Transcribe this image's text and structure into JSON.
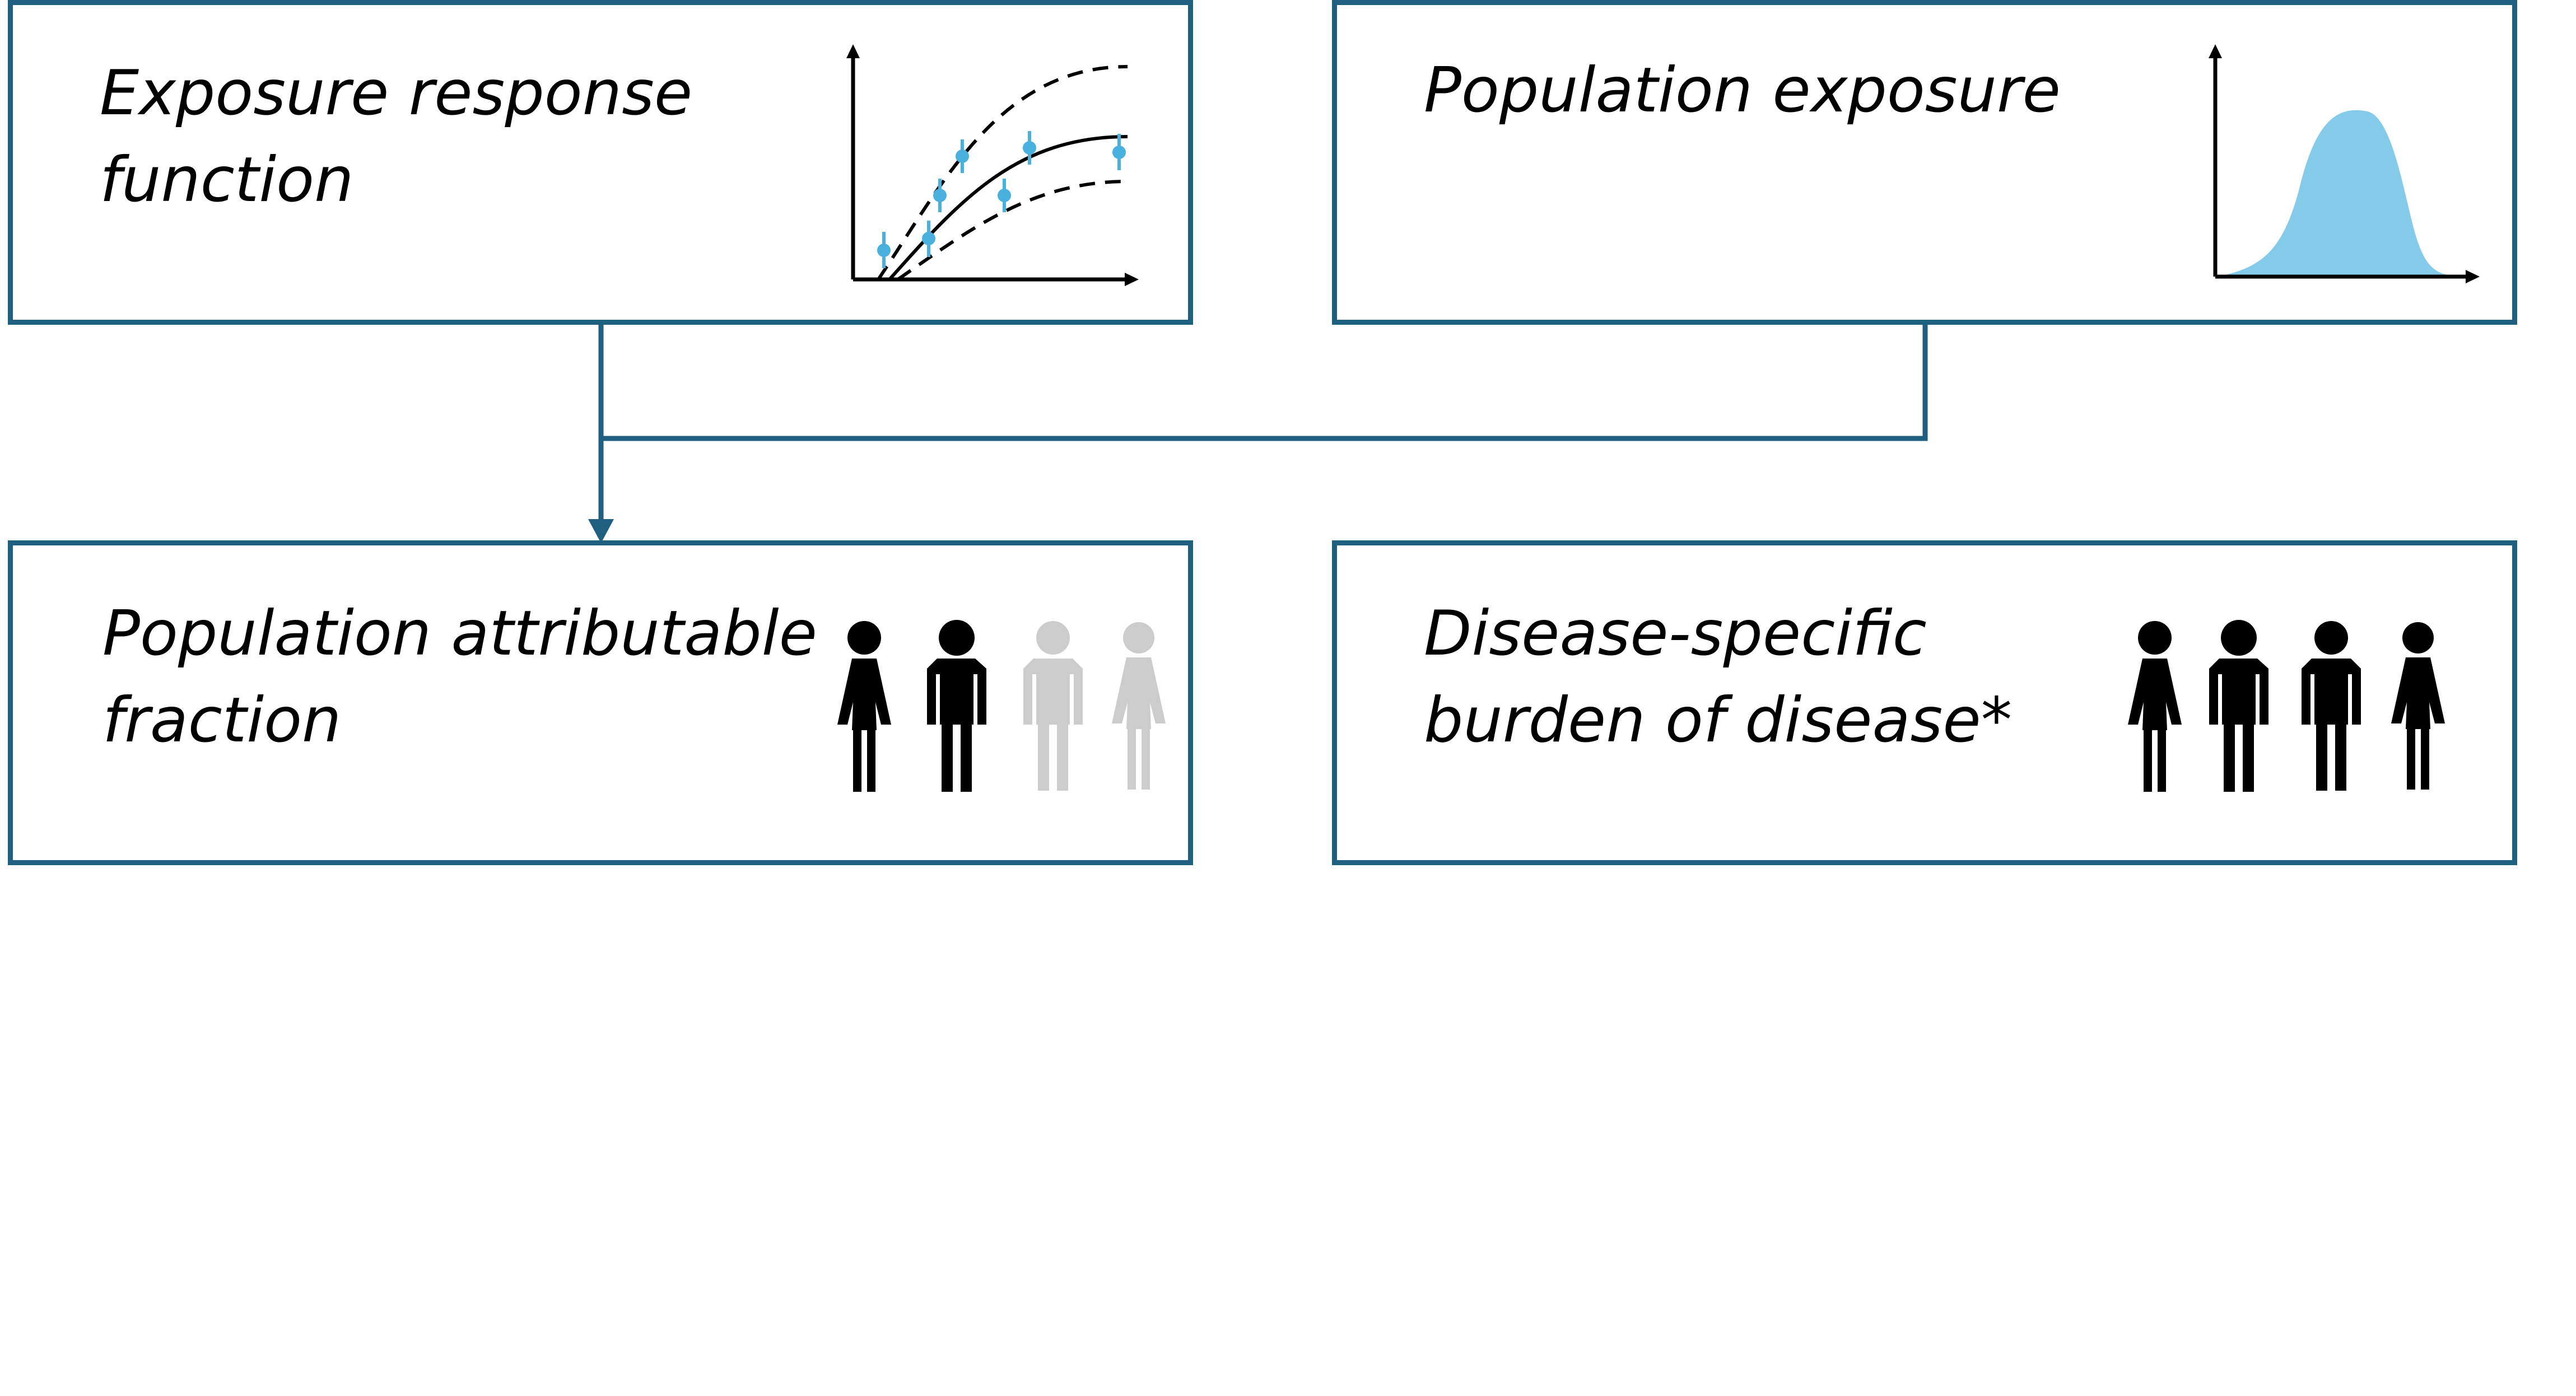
{
  "diagram": {
    "boxes": {
      "exposure_response": {
        "line1": "Exposure response",
        "line2": "function"
      },
      "population_exposure": {
        "line1": "Population exposure"
      },
      "attributable_fraction": {
        "line1": "Population attributable",
        "line2": "fraction"
      },
      "burden_of_disease": {
        "line1": "Disease-specific",
        "line2": "burden of disease*"
      }
    },
    "colors": {
      "border": "#1f5f80",
      "accent_blue": "#4ab0dd",
      "distribution_fill": "#84cbe9",
      "figure_dark": "#000000",
      "figure_light": "#cccccc"
    },
    "icons": {
      "exposure_response": "dose-response-curve-icon",
      "population_exposure": "distribution-curve-icon",
      "attributable_fraction": "people-icon (2 dark, 2 grey)",
      "burden_of_disease": "people-icon (4 dark)"
    }
  }
}
